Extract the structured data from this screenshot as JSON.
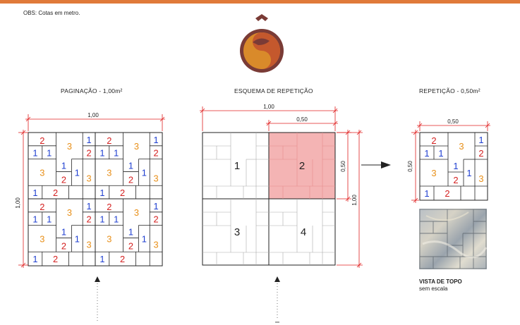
{
  "note": "OBS: Cotas em metro.",
  "titles": {
    "paginacao": "PAGINAÇÃO - 1,00m²",
    "esquema": "ESQUEMA  DE REPETIÇÃO",
    "repeticao": "REPETIÇÃO - 0,50m²"
  },
  "dimensions": {
    "d100": "1,00",
    "d050": "0,50"
  },
  "tile_numbers": {
    "n1": "1",
    "n2": "2",
    "n3": "3"
  },
  "quadrants": {
    "q1": "1",
    "q2": "2",
    "q3": "3",
    "q4": "4"
  },
  "vista": {
    "label": "VISTA DE TOPO",
    "sub": "sem escala"
  },
  "colors": {
    "accent_bar": "#e07a3a",
    "blue": "#1f3fd0",
    "red": "#d42020",
    "orange": "#e8901a",
    "highlight": "#f4b4b4",
    "dimension_red": "#e02020"
  }
}
